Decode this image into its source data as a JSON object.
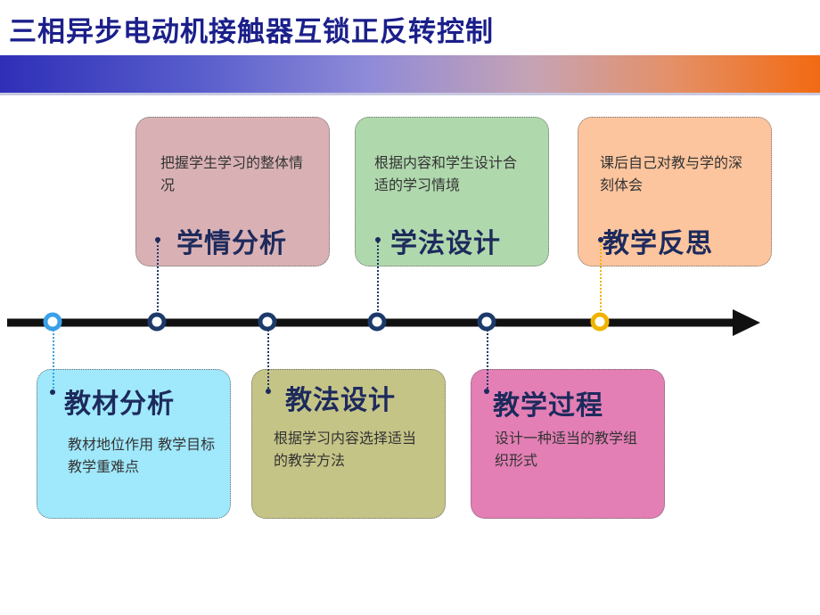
{
  "title": "三相异步电动机接触器互锁正反转控制",
  "colors": {
    "title": "#1b1f8a",
    "axis": "#111111",
    "node_default": "#1d3a6a",
    "node_first": "#3aa0e8",
    "node_last": "#f0b400"
  },
  "top_boxes": [
    {
      "heading": "学情分析",
      "desc": "把握学生学习的整体情况",
      "fill": "#d9b1b4"
    },
    {
      "heading": "学法设计",
      "desc": "根据内容和学生设计合适的学习情境",
      "fill": "#b0d8ad"
    },
    {
      "heading": "教学反思",
      "desc": "课后自己对教与学的深刻体会",
      "fill": "#fcc59e"
    }
  ],
  "bottom_boxes": [
    {
      "heading": "教材分析",
      "desc": "教材地位作用 教学目标 教学重难点",
      "fill": "#a0e8fb"
    },
    {
      "heading": "教法设计",
      "desc": "根据学习内容选择适当的教学方法",
      "fill": "#c5c487"
    },
    {
      "heading": "教学过程",
      "desc": "设计一种适当的教学组织形式",
      "fill": "#e37fb5"
    }
  ]
}
